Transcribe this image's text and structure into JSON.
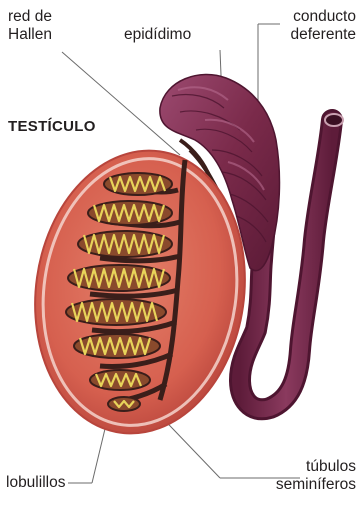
{
  "title": "TESTÍCULO",
  "labels": {
    "red_de_hallen": [
      "red de",
      "Hallen"
    ],
    "epididimo": "epidídimo",
    "conducto_deferente": [
      "conducto",
      "deferente"
    ],
    "lobulillos": "lobulillos",
    "tubulos_seminiferos": [
      "túbulos",
      "seminíferos"
    ]
  },
  "colors": {
    "testis_fill": "#d9685a",
    "testis_edge": "#b8453c",
    "septa": "#3a1e1a",
    "tubule_yellow": "#e8d45a",
    "lobule_fill": "#c79a54",
    "epididymis": "#7a2a4a",
    "epididymis_highlight": "#a8527a",
    "leader_line": "#6b6b6b"
  }
}
